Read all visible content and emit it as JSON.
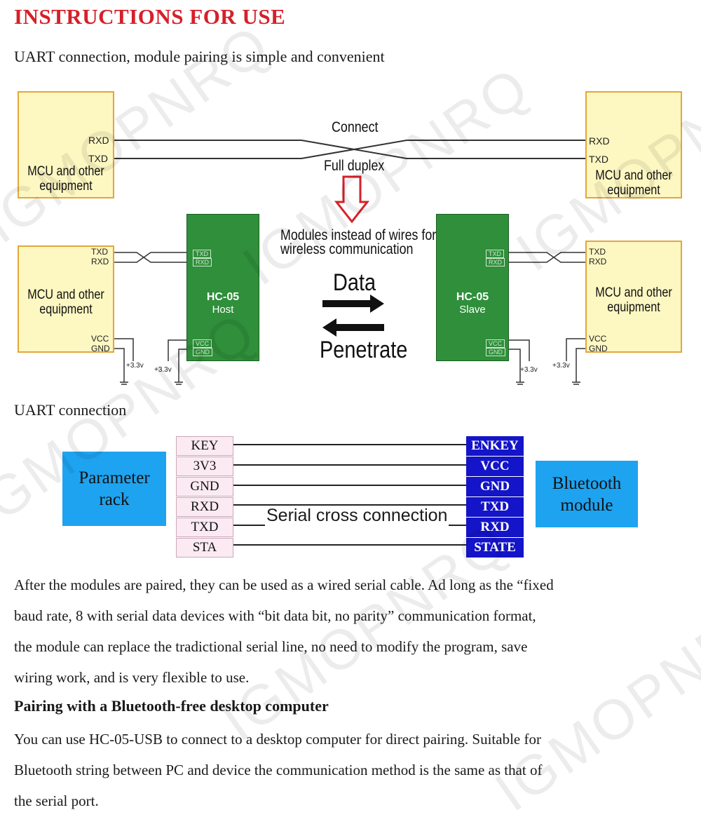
{
  "header": {
    "title": "INSTRUCTIONS FOR USE",
    "subtitle": "UART connection, module pairing is simple and convenient"
  },
  "diagram_top": {
    "mcu_label": "MCU and other equipment",
    "pins": {
      "rxd": "RXD",
      "txd": "TXD",
      "vcc": "VCC",
      "gnd": "GND",
      "v33": "+3.3v"
    },
    "connect": "Connect",
    "full_duplex": "Full duplex",
    "modules_caption_1": "Modules instead of wires for",
    "modules_caption_2": "wireless communication",
    "data": "Data",
    "penetrate": "Penetrate",
    "host_module": {
      "name": "HC-05",
      "role": "Host"
    },
    "slave_module": {
      "name": "HC-05",
      "role": "Slave"
    },
    "colors": {
      "mcu_fill": "#fdf7c2",
      "mcu_border": "#e4a63a",
      "module": "#2f8f3a",
      "arrow": "#d6202a"
    }
  },
  "section2": {
    "title": "UART connection",
    "left_box": "Parameter rack",
    "right_box": "Bluetooth module",
    "left_pins": [
      "KEY",
      "3V3",
      "GND",
      "RXD",
      "TXD",
      "STA"
    ],
    "right_pins": [
      "ENKEY",
      "VCC",
      "GND",
      "TXD",
      "RXD",
      "STATE"
    ],
    "center_label": "Serial cross connection",
    "colors": {
      "box": "#1ea3f0",
      "left_pin": "#fbeaf2",
      "right_pin": "#1414c8"
    }
  },
  "body": {
    "para1": [
      "After the modules are paired, they can be used as a wired serial cable. Ad long as the “fixed",
      "baud rate, 8 with serial data devices with “bit data bit, no parity” communication format,",
      "the module can replace the tradictional serial line, no need to modify the program, save",
      "wiring work, and is very flexible to use."
    ],
    "heading": "Pairing with a Bluetooth-free desktop computer",
    "para2": [
      "You can use HC-05-USB to connect to a desktop computer for direct pairing. Suitable for",
      "Bluetooth string between PC and device the communication method is the same as that of",
      "the serial port."
    ]
  },
  "watermark": "IGMOPNRQ"
}
